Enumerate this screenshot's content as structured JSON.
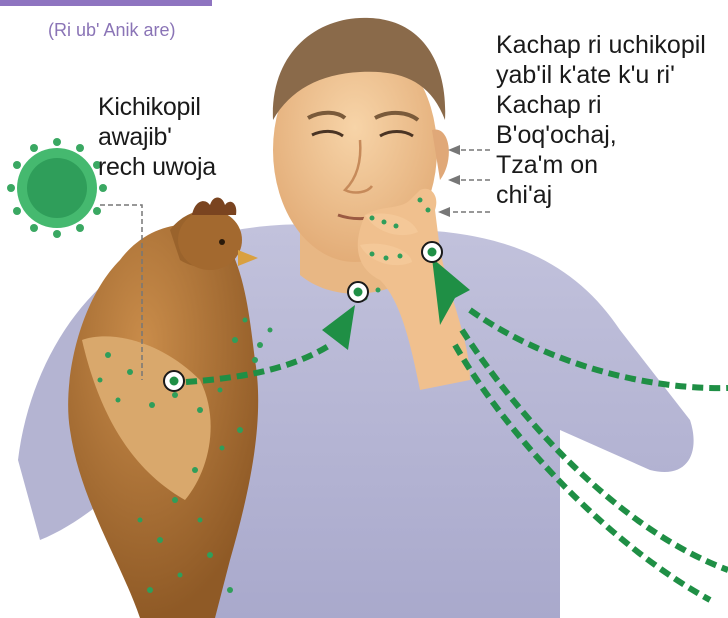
{
  "header": {
    "caption": "(Ri ub' Anik are)"
  },
  "labels": {
    "virus_lines": [
      "Kichikopil",
      "awajib'",
      "rech uwoja"
    ],
    "entry_lines": [
      "Kachap ri uchikopil",
      "yab'il k'ate k'u ri'",
      "Kachap ri",
      "B'oq'ochaj,",
      "Tza'm on",
      "chi'aj"
    ]
  },
  "colors": {
    "accent_purple": "#8e74c0",
    "caption_purple": "#8a74b6",
    "virus_green": "#2f9e5a",
    "arrow_green": "#1f8f45",
    "shirt": "#b8b8d6",
    "skin": "#f2c99a",
    "hen": "#b57a3c"
  }
}
